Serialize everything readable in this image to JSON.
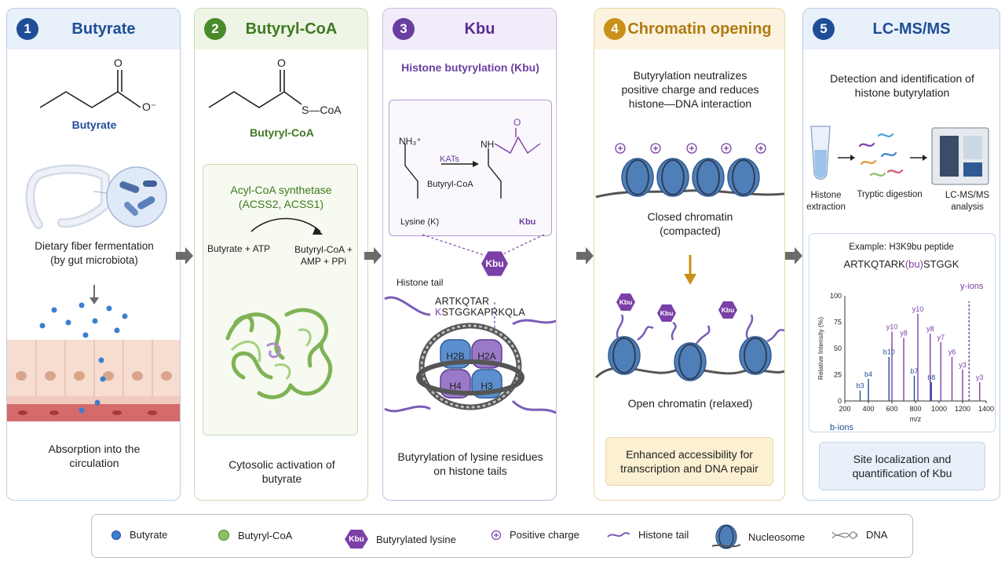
{
  "panels": [
    {
      "num": "1",
      "title": "Butyrate",
      "color": "#1f4e96",
      "mol_label": "Butyrate",
      "o_label": "O",
      "ominus_label": "O⁻",
      "fiber_text": "Dietary fiber fermentation (by gut microbiota)",
      "bottom_text": "Absorption into the circulation"
    },
    {
      "num": "2",
      "title": "Butyryl-CoA",
      "color": "#4a8a2a",
      "mol_label": "Butyryl-CoA",
      "o_label": "O",
      "scoa_label": "S—CoA",
      "enzyme": "Acyl-CoA synthetase (ACSS2, ACSS1)",
      "reactant": "Butyrate + ATP",
      "product": "Butyryl-CoA + AMP + PPi",
      "bottom_text": "Cytosolic activation of butyrate"
    },
    {
      "num": "3",
      "title": "Kbu",
      "color": "#6a3fa0",
      "subtitle": "Histone butyrylation (Kbu)",
      "nh3": "NH₃⁺",
      "nh": "NH",
      "o_label": "O",
      "kats": "KATs",
      "cofactor": "Butyryl-CoA",
      "lysine_label": "Lysine (K)",
      "kbu_label": "Kbu",
      "badge": "Kbu",
      "tail_label": "Histone tail",
      "seq_pre": "ARTKQTAR ",
      "seq_k": "K",
      "seq_post": "STGGKAPRKQLA",
      "histones": [
        "H2B",
        "H2A",
        "H4",
        "H3"
      ],
      "bottom_text": "Butyrylation of lysine residues on histone tails"
    },
    {
      "num": "4",
      "title": "Chromatin opening",
      "color": "#c9901a",
      "intro": "Butyrylation neutralizes positive charge and reduces histone—DNA interaction",
      "closed": "Closed chromatin (compacted)",
      "open": "Open chromatin (relaxed)",
      "kbu_badge": "Kbu",
      "box_text": "Enhanced accessibility for transcription and DNA repair"
    },
    {
      "num": "5",
      "title": "LC-MS/MS",
      "color": "#1f4e96",
      "intro": "Detection and identification of histone butyrylation",
      "step1": "Histone extraction",
      "step2": "Tryptic digestion",
      "step3": "LC-MS/MS analysis",
      "example": "Example: H3K9bu peptide",
      "pep_pre": "ARTKQTARK",
      "pep_mod": "(bu)",
      "pep_post": "STGGK",
      "y_axis": "Relative Intensity (%)",
      "x_axis": "m/z",
      "y_ions": "y-ions",
      "b_ions": "b-ions",
      "box_text": "Site localization and quantification of Kbu"
    }
  ],
  "chart_data": {
    "type": "bar",
    "title": "Example: H3K9bu peptide",
    "xlabel": "m/z",
    "ylabel": "Relative Intensity (%)",
    "xlim": [
      200,
      1400
    ],
    "ylim": [
      0,
      100
    ],
    "xticks": [
      "200",
      "400",
      "600",
      "800",
      "1000",
      "1200",
      "1400"
    ],
    "yticks": [
      "0",
      "25",
      "50",
      "75",
      "100"
    ],
    "series": [
      {
        "name": "b-ions",
        "color": "#1f4e96",
        "points": [
          {
            "label": "b3",
            "x": 330,
            "y": 10
          },
          {
            "label": "b4",
            "x": 400,
            "y": 21
          },
          {
            "label": "b10",
            "x": 575,
            "y": 42
          },
          {
            "label": "b7",
            "x": 790,
            "y": 24
          },
          {
            "label": "b8",
            "x": 935,
            "y": 18
          }
        ]
      },
      {
        "name": "y-ions",
        "color": "#7b3fa8",
        "points": [
          {
            "label": "y10",
            "x": 600,
            "y": 66
          },
          {
            "label": "y8",
            "x": 700,
            "y": 60
          },
          {
            "label": "y10",
            "x": 820,
            "y": 83
          },
          {
            "label": "y8",
            "x": 925,
            "y": 64
          },
          {
            "label": "y7",
            "x": 1015,
            "y": 56
          },
          {
            "label": "y6",
            "x": 1110,
            "y": 42
          },
          {
            "label": "y3",
            "x": 1200,
            "y": 30
          },
          {
            "label": "y3",
            "x": 1345,
            "y": 18
          }
        ]
      },
      {
        "name": "",
        "color": "#7b3fa8",
        "dashed": true,
        "points": [
          {
            "label": "",
            "x": 1255,
            "y": 95
          }
        ]
      }
    ]
  },
  "legend": {
    "butyrate": "Butyrate",
    "butyryl_coa": "Butyryl-CoA",
    "kbu_badge": "Kbu",
    "butyrylated": "Butyrylated lysine",
    "positive": "Positive charge",
    "tail": "Histone tail",
    "nucleosome": "Nucleosome",
    "dna": "DNA"
  },
  "colors": {
    "butyrate_dot": "#3a7fd0",
    "coa_dot": "#8cc063",
    "kbu": "#7b3fa8",
    "arrow": "#6b6b6b",
    "nucleosome": "#4f7fb8"
  }
}
